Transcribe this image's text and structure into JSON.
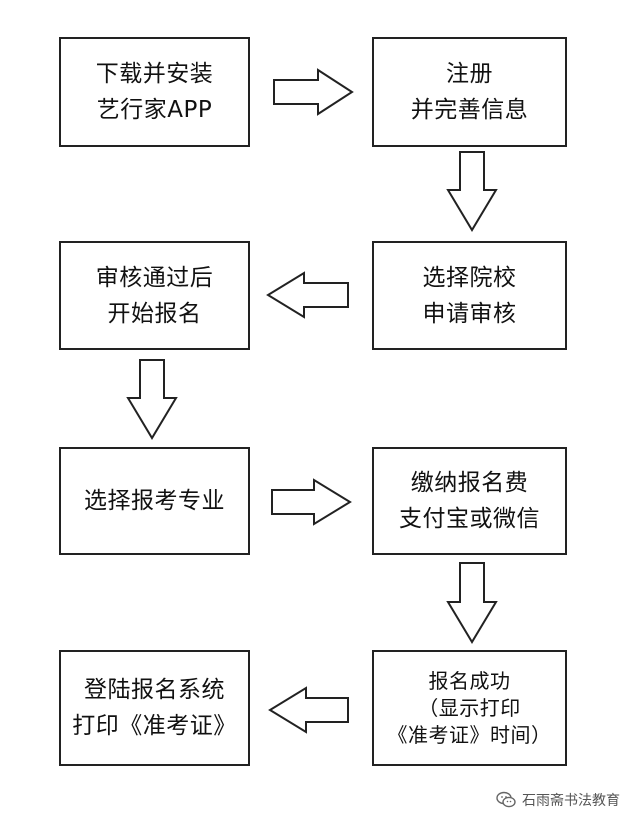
{
  "steps": [
    {
      "line1": "下载并安装",
      "line2": "艺行家APP"
    },
    {
      "line1": "注册",
      "line2": "并完善信息"
    },
    {
      "line1": "选择院校",
      "line2": "申请审核"
    },
    {
      "line1": "审核通过后",
      "line2": "开始报名"
    },
    {
      "line1": "选择报考专业"
    },
    {
      "line1": "缴纳报名费",
      "line2": "支付宝或微信"
    },
    {
      "line1": "报名成功",
      "line2": "（显示打印",
      "line3": "《准考证》时间）"
    },
    {
      "line1": "登陆报名系统",
      "line2": "打印《准考证》"
    }
  ],
  "watermark": {
    "text": "石雨斋书法教育",
    "icon": "wechat-icon"
  }
}
